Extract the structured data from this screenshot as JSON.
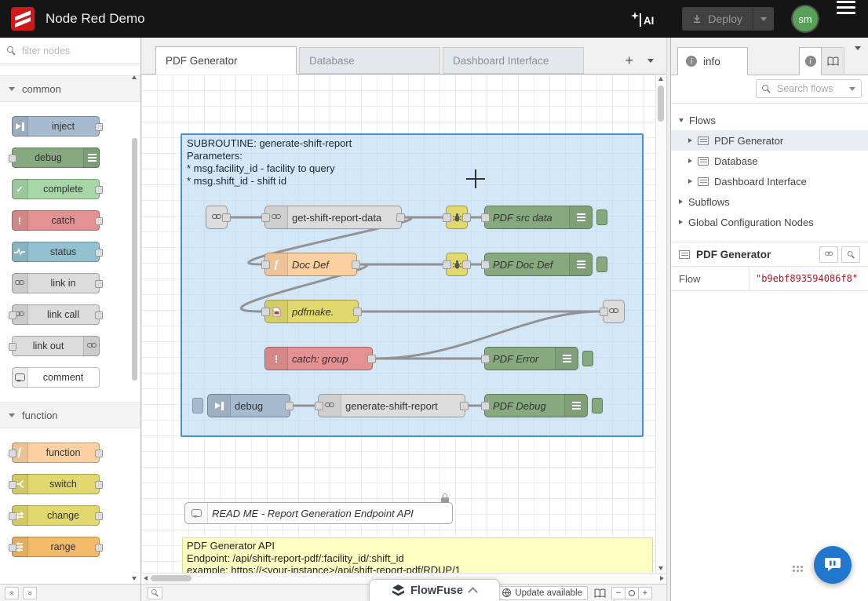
{
  "header": {
    "title": "Node Red Demo",
    "ai_label": "AI",
    "deploy_label": "Deploy",
    "avatar_initials": "sm"
  },
  "palette": {
    "filter_placeholder": "filter nodes",
    "categories": [
      {
        "label": "common",
        "items": [
          {
            "label": "inject",
            "color": "#a6bbcf",
            "icon": "inject-arrow-icon"
          },
          {
            "label": "debug",
            "color": "#87a980",
            "icon": "debug-sidebar-icon"
          },
          {
            "label": "complete",
            "color": "#a7d7a7",
            "icon": "complete-check-icon"
          },
          {
            "label": "catch",
            "color": "#e49191",
            "icon": "exclamation-icon"
          },
          {
            "label": "status",
            "color": "#94c1d0",
            "icon": "status-pulse-icon"
          },
          {
            "label": "link in",
            "color": "#dcdcdc",
            "icon": "link-chain-icon"
          },
          {
            "label": "link call",
            "color": "#dcdcdc",
            "icon": "link-chain-icon"
          },
          {
            "label": "link out",
            "color": "#dcdcdc",
            "icon": "link-chain-icon"
          },
          {
            "label": "comment",
            "color": "#ffffff",
            "icon": "speech-bubble-icon"
          }
        ]
      },
      {
        "label": "function",
        "items": [
          {
            "label": "function",
            "color": "#fdd0a2",
            "icon": "function-f-icon"
          },
          {
            "label": "switch",
            "color": "#e2d96e",
            "icon": "switch-fork-icon"
          },
          {
            "label": "change",
            "color": "#e2d96e",
            "icon": "change-arrows-icon"
          },
          {
            "label": "range",
            "color": "#f3bb69",
            "icon": "range-sliders-icon"
          }
        ]
      }
    ]
  },
  "workspace": {
    "tabs": [
      {
        "label": "PDF Generator",
        "active": true
      },
      {
        "label": "Database",
        "active": false
      },
      {
        "label": "Dashboard Interface",
        "active": false
      }
    ],
    "add_tab_label": "+",
    "group_text": [
      "SUBROUTINE: generate-shift-report",
      "Parameters:",
      "* msg.facility_id - facility to query",
      "* msg.shift_id - shift id"
    ],
    "nodes": {
      "link_call_1": "get-shift-report-data",
      "pdf_src_data": "PDF src data",
      "doc_def": "Doc Def",
      "pdf_doc_def": "PDF Doc Def",
      "pdfmake": "pdfmake.",
      "catch_group": "catch: group",
      "pdf_error": "PDF Error",
      "inject_debug": "debug",
      "link_call_2": "generate-shift-report",
      "pdf_debug": "PDF Debug"
    },
    "comment_label": "READ ME - Report Generation Endpoint API",
    "api_note_lines": [
      "PDF Generator API",
      "Endpoint: /api/shift-report-pdf/:facility_id/:shift_id",
      "example: https://<your-instance>/api/shift-report-pdf/RDUP/1"
    ],
    "footer": {
      "update_label": "Update available",
      "flowfuse_label": "FlowFuse",
      "zoom_out": "−",
      "zoom_in": "+"
    }
  },
  "sidebar": {
    "tab_label": "info",
    "search_placeholder": "Search flows",
    "tree": {
      "flows_label": "Flows",
      "items": [
        "PDF Generator",
        "Database",
        "Dashboard Interface"
      ],
      "subflows_label": "Subflows",
      "global_label": "Global Configuration Nodes"
    },
    "selected_flow": {
      "title": "PDF Generator",
      "prop_label": "Flow",
      "prop_value": "\"b9ebf893594086f8\""
    }
  },
  "colors": {
    "header_bg": "#151515",
    "brand_red": "#d01818",
    "avatar_green": "#57a057",
    "group_fill": "#bed8f0",
    "group_border": "#4a8fd0",
    "node_inject": "#a6bbcf",
    "node_debug": "#87a980",
    "node_catch": "#e49191",
    "node_status": "#94c1d0",
    "node_function": "#fdd0a2",
    "node_yellow": "#e2d96e",
    "node_link": "#dcdcdc",
    "flow_id_red": "#ad1625",
    "chat_blue": "#2177cc"
  }
}
